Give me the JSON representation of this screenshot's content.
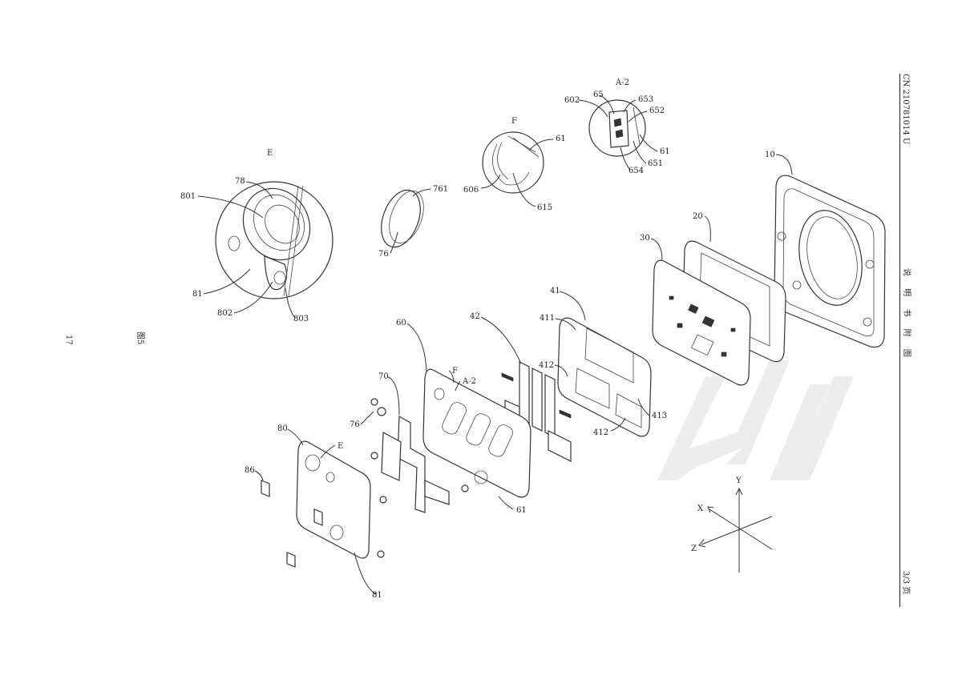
{
  "header": {
    "patent_number": "CN 210781014 U",
    "section_title": "说 明 书 附 图",
    "page_indicator": "3/3 页"
  },
  "figure": {
    "caption": "图5",
    "page_number": "17",
    "axes": {
      "x": "X",
      "y": "Y",
      "z": "Z"
    },
    "callouts": [
      "10",
      "20",
      "30",
      "41",
      "411",
      "412",
      "412",
      "413",
      "42",
      "60",
      "61",
      "61",
      "70",
      "76",
      "76",
      "761",
      "80",
      "81",
      "81",
      "86",
      "78",
      "801",
      "802",
      "803",
      "606",
      "615",
      "602",
      "65",
      "653",
      "652",
      "651",
      "654",
      "61",
      "F",
      "A-2",
      "E",
      "F",
      "A-2",
      "E"
    ]
  },
  "detail_labels": {
    "e": "E",
    "f": "F",
    "a2": "A-2"
  }
}
